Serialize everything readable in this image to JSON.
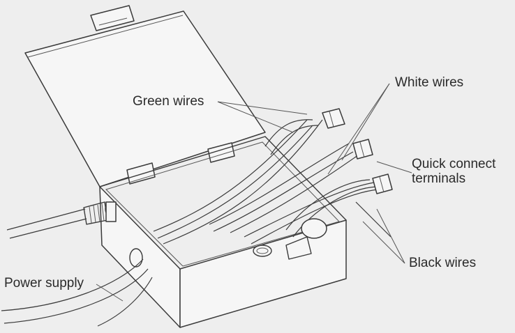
{
  "labels": {
    "green_wires": "Green wires",
    "white_wires": "White wires",
    "quick_connect_line1": "Quick connect",
    "quick_connect_line2": "terminals",
    "black_wires": "Black wires",
    "power_supply": "Power supply"
  },
  "colors": {
    "background": "#eeeeee",
    "ink": "#3a3a3a"
  }
}
